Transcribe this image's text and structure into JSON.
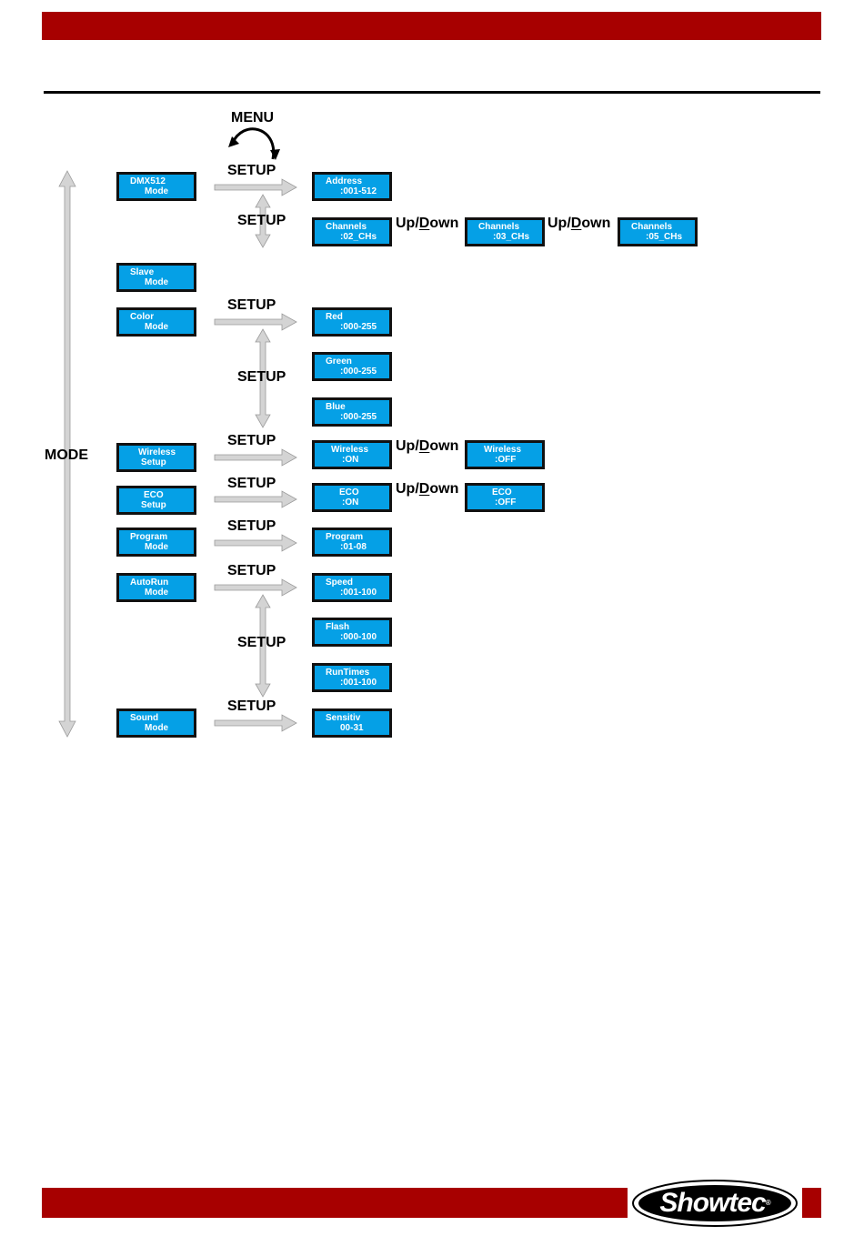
{
  "menu_label": "MENU",
  "mode_label": "MODE",
  "setup_label": "SETUP",
  "updown": {
    "prefix": "Up/",
    "underlined": "D",
    "suffix": "own"
  },
  "brand": {
    "name": "Showtec",
    "text_main": "Show",
    "text_tail": "tec",
    "reg_mark": "®"
  },
  "colors": {
    "header_bar": "#a70000",
    "lcd_background": "#05a0e6",
    "lcd_border": "#111111",
    "arrow": "#d4d4d4"
  },
  "modes": [
    {
      "line1": "DMX512",
      "line2": "Mode"
    },
    {
      "line1": "Slave",
      "line2": "Mode"
    },
    {
      "line1": "Color",
      "line2": "Mode"
    },
    {
      "line1": "Wireless",
      "line2": "Setup"
    },
    {
      "line1": "ECO",
      "line2": "Setup"
    },
    {
      "line1": "Program",
      "line2": "Mode"
    },
    {
      "line1": "AutoRun",
      "line2": "Mode"
    },
    {
      "line1": "Sound",
      "line2": "Mode"
    }
  ],
  "settings": {
    "address": {
      "line1": "Address",
      "line2": ":001-512"
    },
    "channels": [
      {
        "line1": "Channels",
        "line2": ":02_CHs"
      },
      {
        "line1": "Channels",
        "line2": ":03_CHs"
      },
      {
        "line1": "Channels",
        "line2": ":05_CHs"
      }
    ],
    "red": {
      "line1": "Red",
      "line2": ":000-255"
    },
    "green": {
      "line1": "Green",
      "line2": ":000-255"
    },
    "blue": {
      "line1": "Blue",
      "line2": ":000-255"
    },
    "wireless_on": {
      "line1": "Wireless",
      "line2": ":ON"
    },
    "wireless_off": {
      "line1": "Wireless",
      "line2": ":OFF"
    },
    "eco_on": {
      "line1": "ECO",
      "line2": ":ON"
    },
    "eco_off": {
      "line1": "ECO",
      "line2": ":OFF"
    },
    "program": {
      "line1": "Program",
      "line2": ":01-08"
    },
    "speed": {
      "line1": "Speed",
      "line2": ":001-100"
    },
    "flash": {
      "line1": "Flash",
      "line2": ":000-100"
    },
    "runtimes": {
      "line1": "RunTimes",
      "line2": ":001-100"
    },
    "sensitiv": {
      "line1": "Sensitiv",
      "line2": "00-31"
    }
  }
}
